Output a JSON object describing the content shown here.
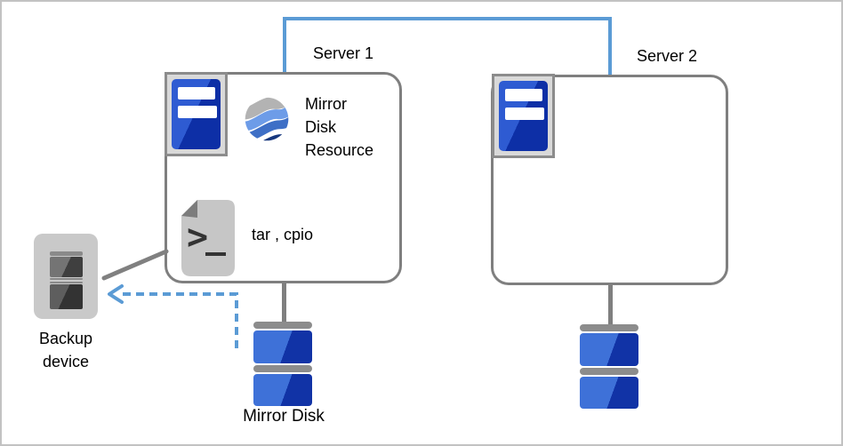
{
  "servers": {
    "server1": {
      "label": "Server 1"
    },
    "server2": {
      "label": "Server 2"
    }
  },
  "resource": {
    "lines": [
      "Mirror",
      "Disk",
      "Resource"
    ]
  },
  "command_label": "tar , cpio",
  "backup_device": {
    "lines": [
      "Backup",
      "device"
    ]
  },
  "mirror_disk_label": "Mirror Disk",
  "icons": {
    "server": "server-tower-icon",
    "resource": "mirror-disk-resource-icon",
    "command": "terminal-script-icon",
    "backup": "backup-device-icon",
    "disk": "mirror-disk-stack-icon"
  },
  "colors": {
    "connector_blue": "#5b9bd5",
    "box_border": "#7f7f7f",
    "server_blue_light": "#2e5bd2",
    "server_blue_dark": "#0d2fa6",
    "disk_blue_light": "#3e71d8",
    "disk_blue_dark": "#1133a6",
    "gray_bar": "#8c8c8c",
    "device_gray": "#c9c9c9"
  }
}
